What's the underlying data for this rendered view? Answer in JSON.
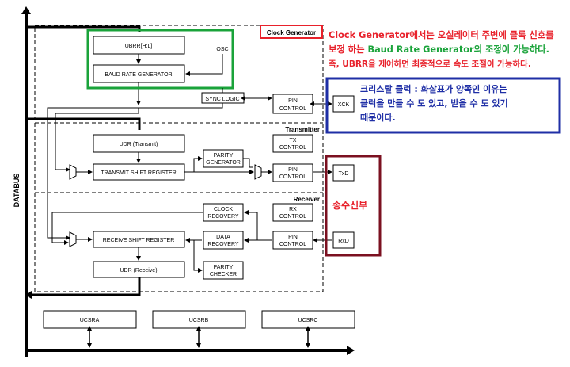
{
  "diagram": {
    "databus_label": "DATABUS",
    "sections": {
      "clock_generator": "Clock Generator",
      "transmitter": "Transmitter",
      "receiver": "Receiver"
    },
    "blocks": {
      "ubrr": "UBRR[H:L]",
      "osc": "OSC",
      "baud_rate_generator": "BAUD RATE GENERATOR",
      "sync_logic": "SYNC LOGIC",
      "pin_control_xck": [
        "PIN",
        "CONTROL"
      ],
      "xck": "XCK",
      "udr_transmit": "UDR (Transmit)",
      "tx_control": [
        "TX",
        "CONTROL"
      ],
      "parity_generator": [
        "PARITY",
        "GENERATOR"
      ],
      "transmit_shift_register": "TRANSMIT SHIFT REGISTER",
      "pin_control_txd": [
        "PIN",
        "CONTROL"
      ],
      "txd": "TxD",
      "clock_recovery": [
        "CLOCK",
        "RECOVERY"
      ],
      "rx_control": [
        "RX",
        "CONTROL"
      ],
      "receive_shift_register": "RECEIVE SHIFT REGISTER",
      "data_recovery": [
        "DATA",
        "RECOVERY"
      ],
      "pin_control_rxd": [
        "PIN",
        "CONTROL"
      ],
      "rxd": "RxD",
      "udr_receive": "UDR (Receive)",
      "parity_checker": [
        "PARITY",
        "CHECKER"
      ],
      "ucsra": "UCSRA",
      "ucsrb": "UCSRB",
      "ucsrc": "UCSRC"
    }
  },
  "annotations": {
    "clock_note": {
      "line1_lead": "Clock Generator",
      "line1_rest": "에서는 오실레이터 주변에 클록 신호를",
      "line2_a": "보정 하는 ",
      "line2_b": "Baud Rate Generator",
      "line2_c": "의 조정이 가능하다.",
      "line3": "즉, UBRR을 제어하면 최종적으로 속도 조절이 가능하다."
    },
    "xck_note": {
      "line1": "크리스탈 클럭 : 화살표가 양쪽인 이유는",
      "line2": "클럭을 만들 수 도 있고, 받을 수 도 있기",
      "line3": "때문이다."
    },
    "pin_note": "송수신부"
  },
  "colors": {
    "red": "#e8212b",
    "green": "#1aa33a",
    "blue": "#1f2fa6",
    "maroon": "#7b1020"
  }
}
